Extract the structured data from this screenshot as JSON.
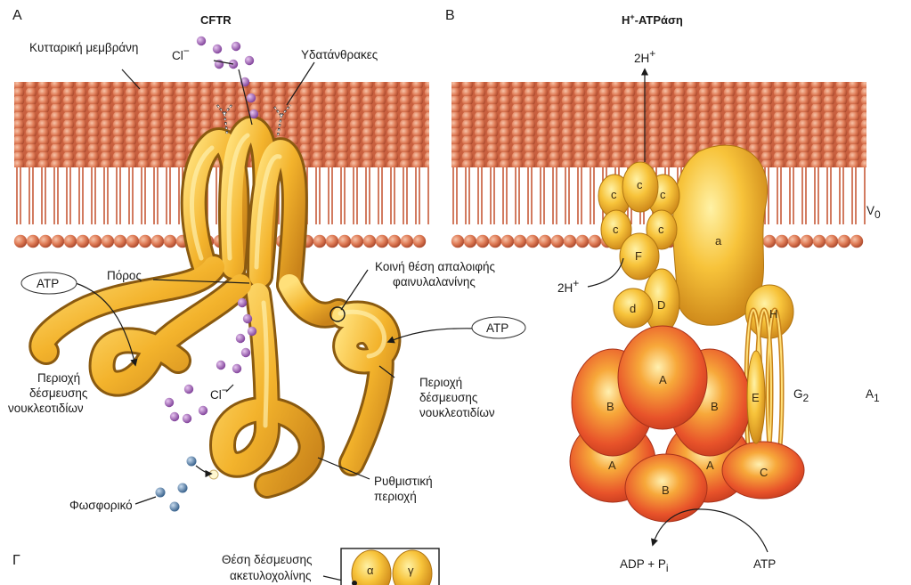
{
  "panel_a": {
    "letter": "A",
    "title": "CFTR",
    "labels": {
      "membrane": "Κυτταρική μεμβράνη",
      "chloride_top": "Cl",
      "carbohydrates": "Υδατάνθρακες",
      "pore": "Πόρος",
      "phe_site_1": "Κοινή θέση απαλοιφής",
      "phe_site_2": "φαινυλαλανίνης",
      "atp_left": "ATP",
      "atp_right": "ATP",
      "nbd_left_1": "Περιοχή",
      "nbd_left_2": "δέσμευσης",
      "nbd_left_3": "νουκλεοτιδίων",
      "nbd_right_1": "Περιοχή",
      "nbd_right_2": "δέσμευσης",
      "nbd_right_3": "νουκλεοτιδίων",
      "chloride_bottom": "Cl",
      "regulatory_1": "Ρυθμιστική",
      "regulatory_2": "περιοχή",
      "phosphate": "Φωσφορικό",
      "minus": "−"
    }
  },
  "panel_b": {
    "letter": "B",
    "title": "H",
    "title_sup": "+",
    "title_rest": "-ATPάση",
    "labels": {
      "proton_top": "2H",
      "proton_side": "2H",
      "plus": "+",
      "v0": "V",
      "v0_sub": "0",
      "a1": "A",
      "a1_sub": "1",
      "g2": "G",
      "g2_sub": "2",
      "adp": "ADP + P",
      "adp_sub": "i",
      "atp": "ATP"
    },
    "subunits": {
      "c1": "c",
      "c2": "c",
      "c3": "c",
      "c4": "c",
      "c5": "c",
      "f": "F",
      "d": "d",
      "D": "D",
      "a": "a",
      "H": "H",
      "E": "E",
      "C": "C",
      "A_top": "A",
      "B_left": "B",
      "B_right": "B",
      "A_left": "A",
      "A_right": "A",
      "B_bottom": "B"
    }
  },
  "panel_c": {
    "letter": "Γ",
    "label_1": "Θέση δέσμευσης",
    "label_2": "ακετυλοχολίνης",
    "subunit_alpha": "α",
    "subunit_gamma": "γ"
  }
}
